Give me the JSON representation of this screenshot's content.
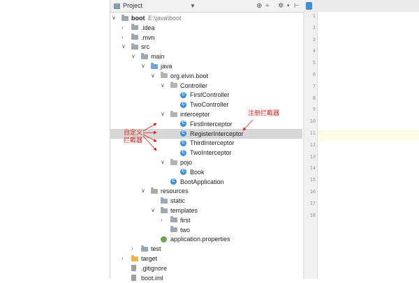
{
  "window": {
    "panel_title": "Project",
    "project_name": "boot",
    "project_path": "E:\\java\\boot"
  },
  "tree": [
    {
      "label": "boot",
      "suffix": "E:\\java\\boot",
      "icon": "folder",
      "arrow": "expanded",
      "depth": 0,
      "bold": true
    },
    {
      "label": ".idea",
      "icon": "folder",
      "arrow": "collapsed",
      "depth": 1
    },
    {
      "label": ".mvn",
      "icon": "folder",
      "arrow": "collapsed",
      "depth": 1
    },
    {
      "label": "src",
      "icon": "folder",
      "arrow": "expanded",
      "depth": 1
    },
    {
      "label": "main",
      "icon": "folder",
      "arrow": "expanded",
      "depth": 2
    },
    {
      "label": "java",
      "icon": "folder-source",
      "arrow": "expanded",
      "depth": 3
    },
    {
      "label": "org.elvin.boot",
      "icon": "package",
      "arrow": "expanded",
      "depth": 4
    },
    {
      "label": "Controller",
      "icon": "package",
      "arrow": "expanded",
      "depth": 5
    },
    {
      "label": "FirstController",
      "icon": "class",
      "depth": 6
    },
    {
      "label": "TwoController",
      "icon": "class",
      "depth": 6
    },
    {
      "label": "interceptor",
      "icon": "package",
      "arrow": "expanded",
      "depth": 5
    },
    {
      "label": "FirstInterceptor",
      "icon": "class",
      "depth": 6
    },
    {
      "label": "RegisterInterceptor",
      "icon": "class",
      "depth": 6,
      "selected": true
    },
    {
      "label": "ThirdInterceptor",
      "icon": "class",
      "depth": 6
    },
    {
      "label": "TwoInterceptor",
      "icon": "class",
      "depth": 6
    },
    {
      "label": "pojo",
      "icon": "package",
      "arrow": "expanded",
      "depth": 5
    },
    {
      "label": "Book",
      "icon": "class",
      "depth": 6
    },
    {
      "label": "BootApplication",
      "icon": "spring-class",
      "depth": 5
    },
    {
      "label": "resources",
      "icon": "folder-resources",
      "arrow": "expanded",
      "depth": 3
    },
    {
      "label": "static",
      "icon": "folder",
      "depth": 4
    },
    {
      "label": "templates",
      "icon": "folder",
      "arrow": "expanded",
      "depth": 4
    },
    {
      "label": "first",
      "icon": "folder",
      "arrow": "collapsed",
      "depth": 5
    },
    {
      "label": "two",
      "icon": "folder",
      "depth": 5
    },
    {
      "label": "application.properties",
      "icon": "spring-properties",
      "depth": 4
    },
    {
      "label": "test",
      "icon": "folder",
      "arrow": "collapsed",
      "depth": 2
    },
    {
      "label": "target",
      "icon": "folder-excluded",
      "arrow": "collapsed",
      "depth": 1
    },
    {
      "label": ".gitignore",
      "icon": "file",
      "depth": 1
    },
    {
      "label": "boot.iml",
      "icon": "file",
      "depth": 1
    }
  ],
  "line_numbers": [
    "1",
    "2",
    "3",
    "4",
    "5",
    "6",
    "7",
    "8",
    "9",
    "10",
    "11",
    "12",
    "13",
    "14",
    "15",
    "16",
    "17",
    "18"
  ],
  "annotations": {
    "register_note": "注册拦截器",
    "custom_note_line1": "自定义",
    "custom_note_line2": "拦截器"
  },
  "colors": {
    "annotation": "#e0201b",
    "selection": "#d7d7d7",
    "class_icon": "#3f8fd2"
  }
}
